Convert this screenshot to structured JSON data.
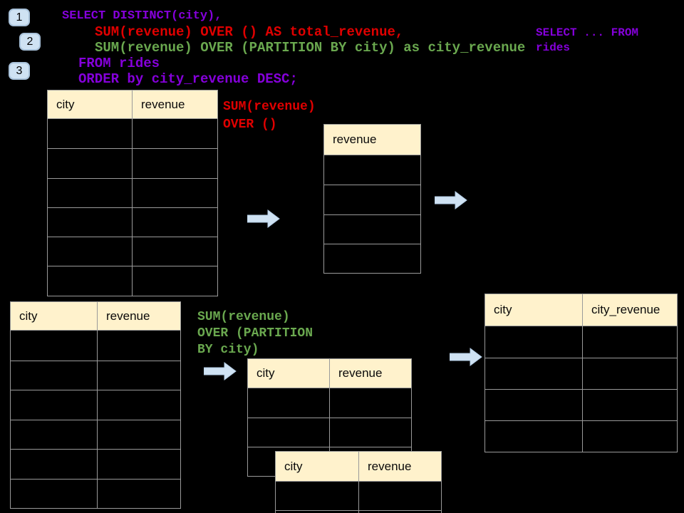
{
  "colors": {
    "background": "#000000",
    "purple": "#8500db",
    "red": "#e00000",
    "green": "#6aa84f",
    "table_header_fill": "#fff2cc",
    "table_border": "#9a9a9a",
    "arrow_fill": "#cfe2f3",
    "arrow_border": "#b3cde6",
    "badge_fill": "#cfe2f3",
    "badge_border": "#a9c2da"
  },
  "badges": [
    {
      "label": "1"
    },
    {
      "label": "2"
    },
    {
      "label": "3"
    }
  ],
  "sql_code": {
    "lines": [
      {
        "text": "SELECT DISTINCT(city),",
        "color": "#8500db"
      },
      {
        "text": "SUM(revenue) OVER () AS total_revenue,",
        "color": "#e00000"
      },
      {
        "text": "SUM(revenue) OVER (PARTITION BY city) as city_revenue",
        "color": "#6aa84f"
      },
      {
        "text": "FROM rides",
        "color": "#8500db"
      },
      {
        "text": "ORDER by city_revenue DESC;",
        "color": "#8500db"
      }
    ]
  },
  "side_code": {
    "text": "SELECT ... FROM\nrides",
    "color": "#8500db"
  },
  "annotations": {
    "total_window": {
      "text": "SUM(revenue)\nOVER ()",
      "color": "#e00000"
    },
    "partition_window": {
      "text": "SUM(revenue)\nOVER (PARTITION\nBY city)",
      "color": "#6aa84f"
    }
  },
  "tables": {
    "source_full": {
      "headers": [
        "city",
        "revenue"
      ],
      "empty_rows": 6
    },
    "total_result": {
      "headers": [
        "revenue"
      ],
      "empty_rows": 4
    },
    "source_partition": {
      "headers": [
        "city",
        "revenue"
      ],
      "empty_rows": 6
    },
    "partition_step": {
      "headers": [
        "city",
        "revenue"
      ],
      "empty_rows": 3
    },
    "partition_step_overlay": {
      "headers": [
        "city",
        "revenue"
      ],
      "empty_rows": 2
    },
    "partition_result": {
      "headers": [
        "city",
        "city_revenue"
      ],
      "empty_rows": 4
    }
  },
  "icons": {
    "arrow": "arrow-right-icon"
  }
}
